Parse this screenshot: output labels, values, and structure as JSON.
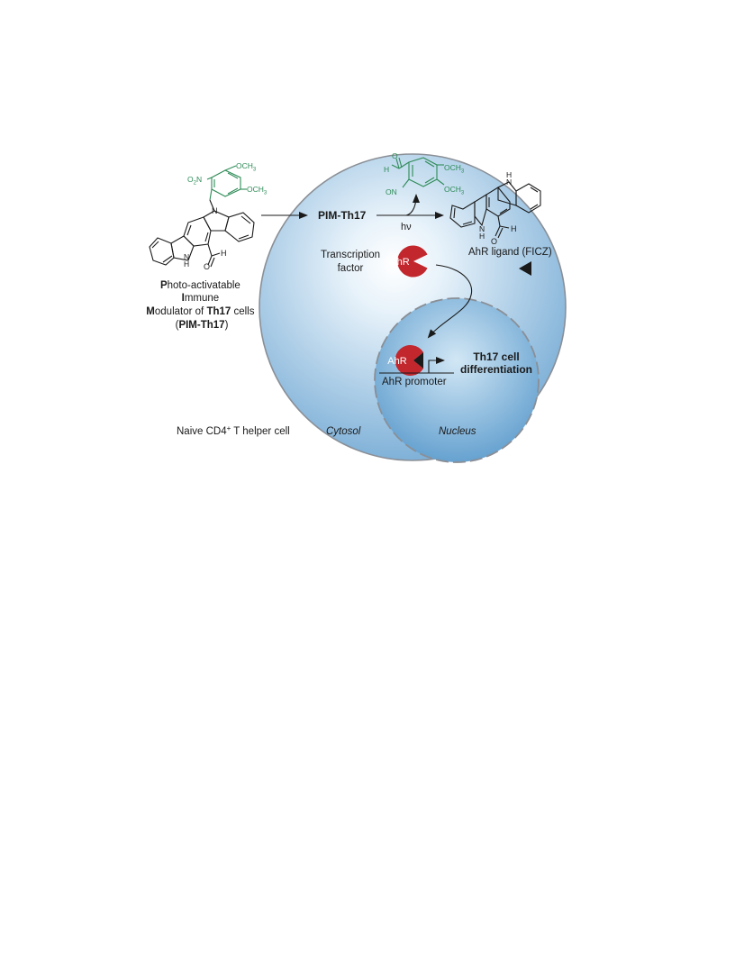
{
  "precursor": {
    "lines": [
      [
        {
          "t": "P",
          "b": true
        },
        {
          "t": "hoto-activatable",
          "b": false
        }
      ],
      [
        {
          "t": "I",
          "b": true
        },
        {
          "t": "mmune",
          "b": false
        }
      ],
      [
        {
          "t": "M",
          "b": true
        },
        {
          "t": "odulator of ",
          "b": false
        },
        {
          "t": "Th17",
          "b": true
        },
        {
          "t": " cells",
          "b": false
        }
      ],
      [
        {
          "t": "(",
          "b": false
        },
        {
          "t": "PIM-Th17",
          "b": true
        },
        {
          "t": ")",
          "b": false
        }
      ]
    ],
    "groups": {
      "och3_top": "OCH",
      "och3_right": "OCH",
      "sub3": "3",
      "o2n": "O",
      "sub2": "2",
      "n_suffix": "N",
      "n_ring": "N",
      "nh_n": "N",
      "nh_h": "H",
      "ald_o": "O",
      "ald_h": "H"
    }
  },
  "byproduct": {
    "ald_o": "O",
    "ald_h": "H",
    "och3_top": "OCH",
    "och3_bottom": "OCH",
    "sub3": "3",
    "on": "ON"
  },
  "ficz": {
    "nh_top_n": "N",
    "nh_top_h": "H",
    "nh_bot_n": "N",
    "nh_bot_h": "H",
    "ald_o": "O",
    "ald_h": "H"
  },
  "labels": {
    "pim": "PIM-Th17",
    "hv": "hν",
    "transcription": "Transcription",
    "factor": "factor",
    "ahr": "AhR",
    "ahr_bound": "AhR",
    "ligand": "AhR ligand (FICZ)",
    "promoter": "AhR promoter",
    "outcome_1": "Th17 cell",
    "outcome_2": "differentiation",
    "cell_prefix": "Naive CD4",
    "cell_sup": "+",
    "cell_suffix": " T helper cell",
    "cytosol": "Cytosol",
    "nucleus": "Nucleus"
  },
  "colors": {
    "cell_edge": "#7aaed4",
    "cell_center": "#ffffff",
    "membrane": "#8a8f96",
    "nucleus_edge": "#5f9ccc",
    "nucleus_center": "#c9e1f2",
    "ahr_red": "#c1272d",
    "green": "#2e8b57",
    "ink": "#1a1a1a"
  }
}
